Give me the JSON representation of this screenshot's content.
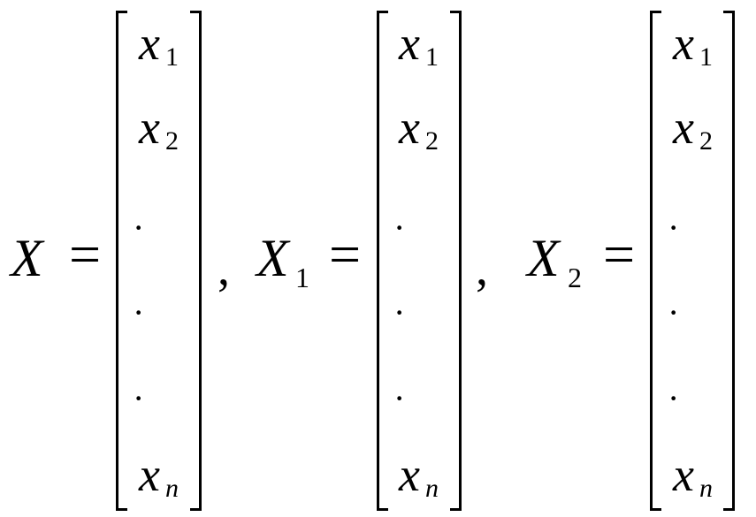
{
  "lhs": [
    {
      "symbol": "X",
      "subscript": "",
      "operator": "="
    },
    {
      "symbol": "X",
      "subscript": "1",
      "operator": "="
    },
    {
      "symbol": "X",
      "subscript": "2",
      "operator": "="
    }
  ],
  "separators": [
    ",",
    ","
  ],
  "matrices": [
    {
      "entries": [
        {
          "symbol": "x",
          "subscript": "1"
        },
        {
          "symbol": "x",
          "subscript": "2"
        },
        {
          "symbol": "·",
          "subscript": ""
        },
        {
          "symbol": "·",
          "subscript": ""
        },
        {
          "symbol": "·",
          "subscript": ""
        },
        {
          "symbol": "x",
          "subscript": "n"
        }
      ]
    },
    {
      "entries": [
        {
          "symbol": "x",
          "subscript": "1"
        },
        {
          "symbol": "x",
          "subscript": "2"
        },
        {
          "symbol": "·",
          "subscript": ""
        },
        {
          "symbol": "·",
          "subscript": ""
        },
        {
          "symbol": "·",
          "subscript": ""
        },
        {
          "symbol": "x",
          "subscript": "n"
        }
      ]
    },
    {
      "entries": [
        {
          "symbol": "x",
          "subscript": "1"
        },
        {
          "symbol": "x",
          "subscript": "2"
        },
        {
          "symbol": "·",
          "subscript": ""
        },
        {
          "symbol": "·",
          "subscript": ""
        },
        {
          "symbol": "·",
          "subscript": ""
        },
        {
          "symbol": "x",
          "subscript": "n"
        }
      ]
    }
  ]
}
